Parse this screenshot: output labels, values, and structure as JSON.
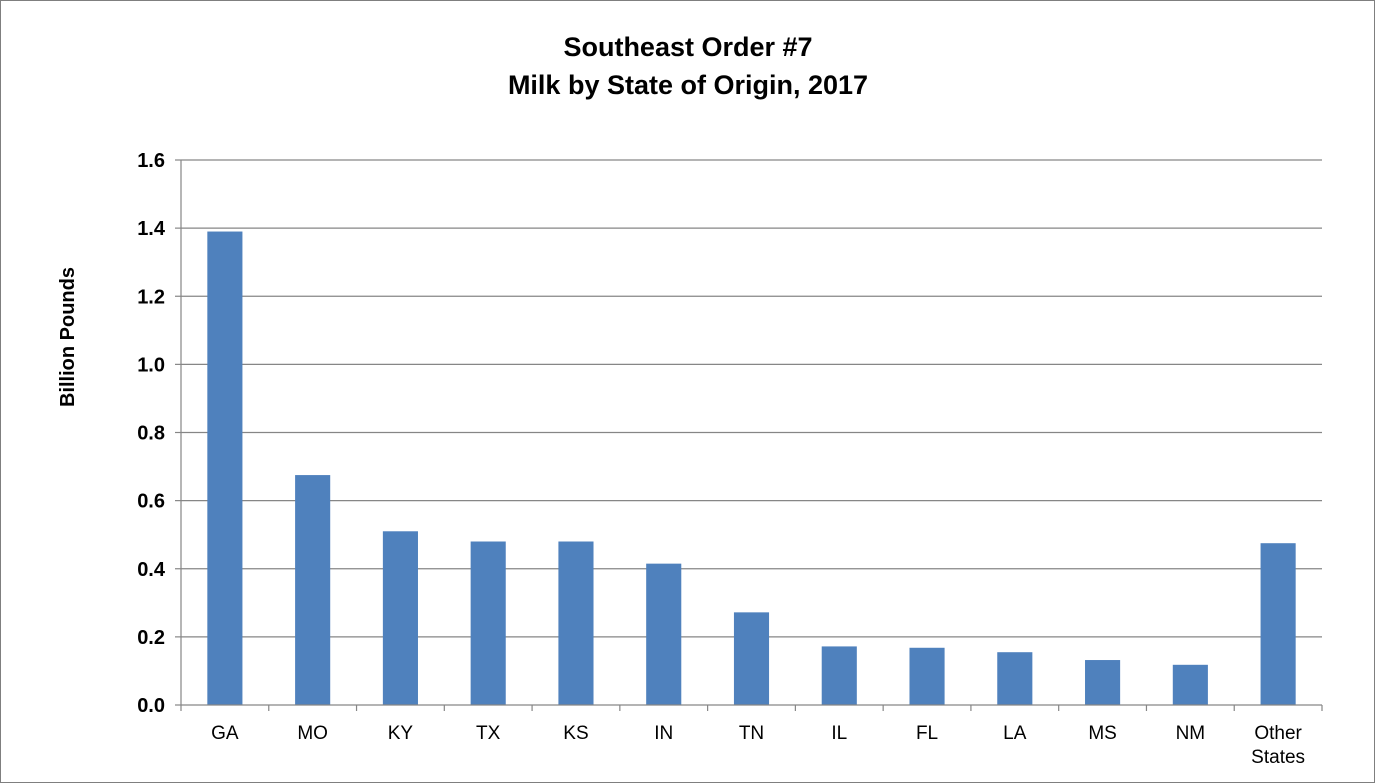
{
  "chart_data": {
    "type": "bar",
    "title": [
      "Southeast Order #7",
      "Milk by State of Origin, 2017"
    ],
    "xlabel": "",
    "ylabel": "Billion Pounds",
    "ylim": [
      0,
      1.6
    ],
    "yticks": [
      "0.0",
      "0.2",
      "0.4",
      "0.6",
      "0.8",
      "1.0",
      "1.2",
      "1.4",
      "1.6"
    ],
    "grid": true,
    "legend": "none",
    "categories": [
      [
        "GA"
      ],
      [
        "MO"
      ],
      [
        "KY"
      ],
      [
        "TX"
      ],
      [
        "KS"
      ],
      [
        "IN"
      ],
      [
        "TN"
      ],
      [
        "IL"
      ],
      [
        "FL"
      ],
      [
        "LA"
      ],
      [
        "MS"
      ],
      [
        "NM"
      ],
      [
        "Other",
        "States"
      ]
    ],
    "values": [
      1.39,
      0.675,
      0.51,
      0.48,
      0.48,
      0.415,
      0.272,
      0.172,
      0.168,
      0.155,
      0.132,
      0.118,
      0.475
    ],
    "bar_color": "#4f81bd",
    "grid_color": "#868686"
  }
}
